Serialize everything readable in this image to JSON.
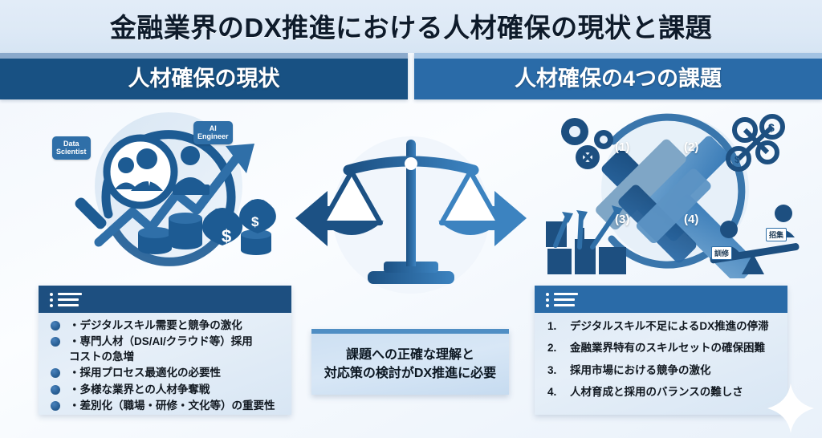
{
  "slide": {
    "title": "金融業界のDX推進における人材確保の現状と課題",
    "background_color": "#eef4fb",
    "accent_dark": "#185183",
    "accent_light": "#2a6ba8"
  },
  "headers": {
    "left": "人材確保の現状",
    "right": "人材確保の4つの課題"
  },
  "left_panel": {
    "icon": "list-icon",
    "bullets": [
      "・デジタルスキル需要と競争の激化",
      "・専門人材（DS/AI/クラウド等）採用\nコストの急増",
      "・採用プロセス最適化の必要性",
      "・多様な業界との人材争奪戦",
      "・差別化（職場・研修・文化等）の重要性"
    ]
  },
  "right_panel": {
    "icon": "list-icon",
    "items": [
      {
        "num": "1.",
        "text": "デジタルスキル不足によるDX推進の停滞"
      },
      {
        "num": "2.",
        "text": "金融業界特有のスキルセットの確保困難"
      },
      {
        "num": "3.",
        "text": "採用市場における競争の激化"
      },
      {
        "num": "4.",
        "text": "人材育成と採用のバランスの難しさ"
      }
    ]
  },
  "callout": {
    "line1": "課題への正確な理解と",
    "line2": "対応策の検討がDX推進に必要"
  },
  "illustration_left": {
    "name": "talent-search-illustration",
    "bubble_data_scientist": "Data\nScientist",
    "bubble_ai_engineer": "AI\nEngineer"
  },
  "illustration_center": {
    "name": "balance-scale-illustration"
  },
  "illustration_right": {
    "name": "four-challenges-knot-illustration",
    "quadrants": [
      "(1)",
      "(2)",
      "(3)",
      "(4)"
    ],
    "tag_training": "訓修",
    "tag_recruiting": "招集"
  }
}
